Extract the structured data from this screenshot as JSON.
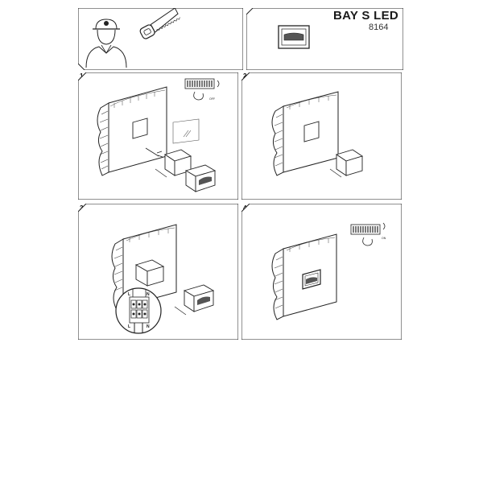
{
  "product": {
    "name": "BAY S LED",
    "code": "8164"
  },
  "steps": [
    {
      "number": "1"
    },
    {
      "number": "2"
    },
    {
      "number": "3"
    },
    {
      "number": "4"
    }
  ],
  "switch_label": "OFF",
  "switch_label_on": "ON",
  "terminal_labels": {
    "top_left": "L",
    "top_right": "N",
    "bottom_left": "L",
    "bottom_right": "N"
  },
  "icons": [
    "installer-icon",
    "hand-saw-icon",
    "fixture-icon",
    "circuit-breaker-icon",
    "brick-wall-icon",
    "mounting-box-icon",
    "terminal-block-icon"
  ],
  "colors": {
    "line": "#1a1a1a",
    "frame": "#222222",
    "background": "#ffffff"
  }
}
